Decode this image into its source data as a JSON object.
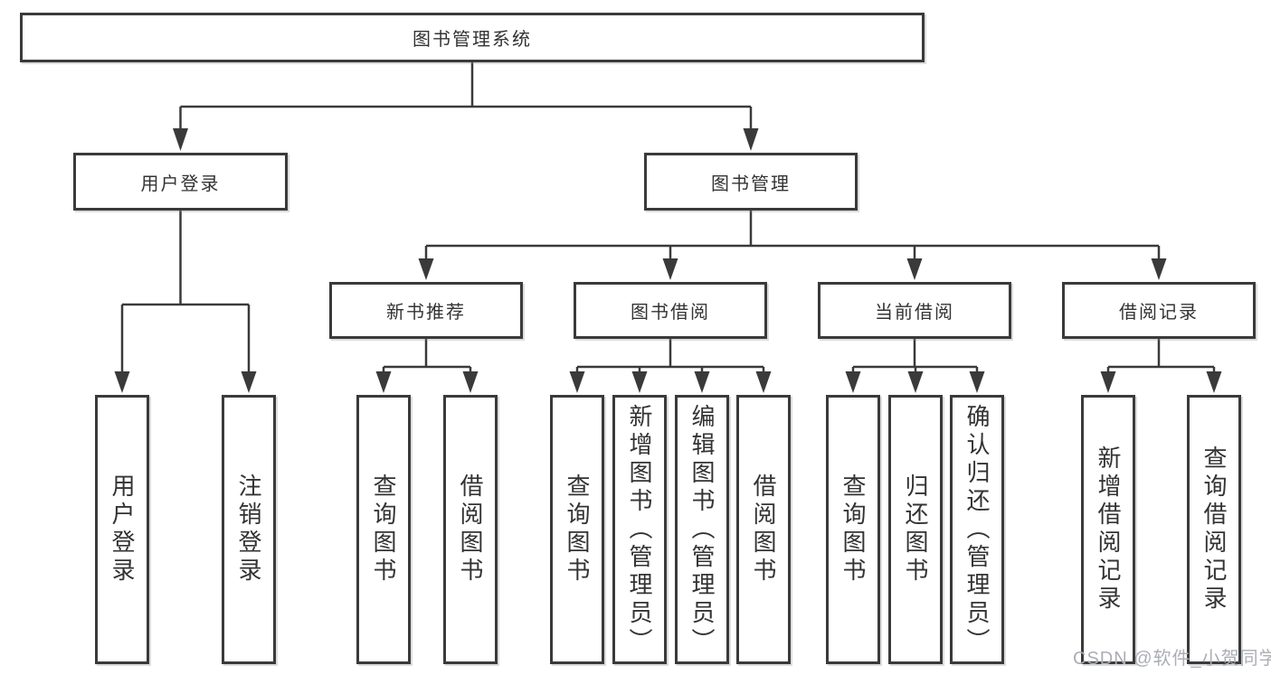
{
  "tree": {
    "root": {
      "label": "图书管理系统"
    },
    "level2": [
      {
        "label": "用户登录",
        "children": [
          {
            "label": "用户登录"
          },
          {
            "label": "注销登录"
          }
        ]
      },
      {
        "label": "图书管理",
        "children": [
          {
            "label": "新书推荐",
            "children": [
              {
                "label": "查询图书"
              },
              {
                "label": "借阅图书"
              }
            ]
          },
          {
            "label": "图书借阅",
            "children": [
              {
                "label": "查询图书"
              },
              {
                "label": "新增图书（管理员）"
              },
              {
                "label": "编辑图书（管理员）"
              },
              {
                "label": "借阅图书"
              }
            ]
          },
          {
            "label": "当前借阅",
            "children": [
              {
                "label": "查询图书"
              },
              {
                "label": "归还图书"
              },
              {
                "label": "确认归还（管理员）"
              }
            ]
          },
          {
            "label": "借阅记录",
            "children": [
              {
                "label": "新增借阅记录"
              },
              {
                "label": "查询借阅记录"
              }
            ]
          }
        ]
      }
    ]
  },
  "watermark": {
    "text": "CSDN @软件_小贺同学"
  },
  "colors": {
    "line": "#3a3a3a",
    "box_border": "#3a3a3a",
    "text": "#333333",
    "watermark": "#abaeb4"
  }
}
